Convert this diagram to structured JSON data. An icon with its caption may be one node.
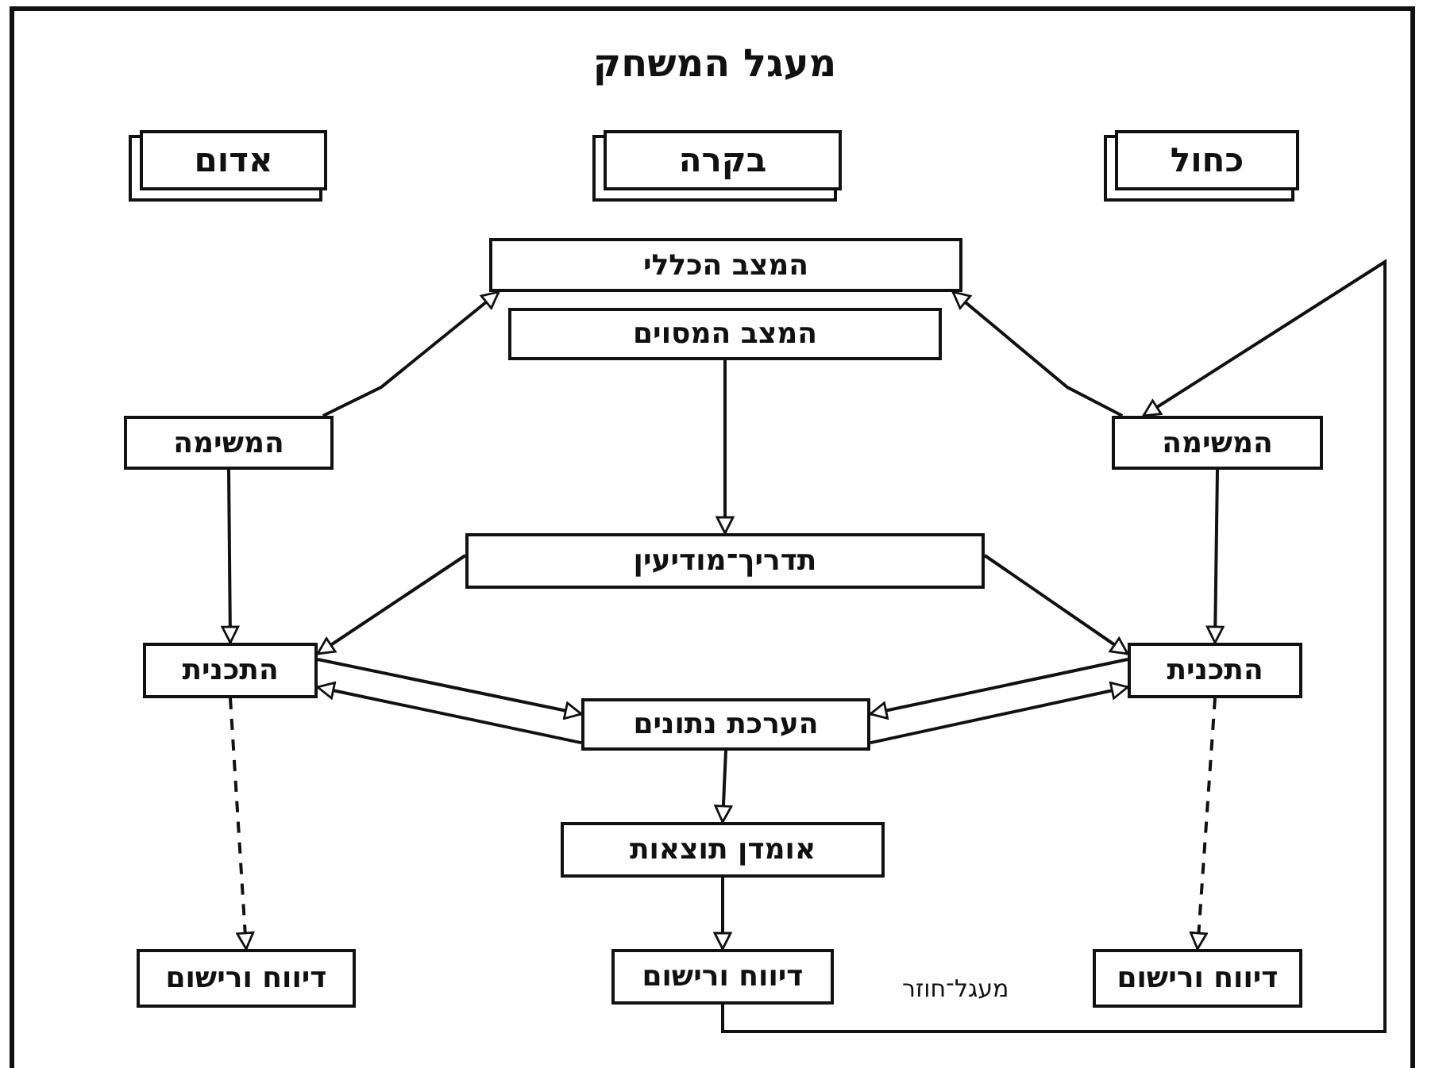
{
  "diagram": {
    "title": "מעגל המשחק",
    "nodes": [
      {
        "text": [
          "אדום"
        ]
      },
      {
        "text": [
          "בקרה"
        ]
      },
      {
        "text": [
          "כחול"
        ]
      },
      {
        "text": [
          "המצב הכללי"
        ]
      },
      {
        "text": [
          "המצב המסוים"
        ]
      },
      {
        "text": [
          "המשימה"
        ]
      },
      {
        "text": [
          "המשימה"
        ]
      },
      {
        "text": [
          "תדריך־מודיעין"
        ]
      },
      {
        "text": [
          "התכנית"
        ]
      },
      {
        "text": [
          "התכנית"
        ]
      },
      {
        "text": [
          "הערכת נתונים"
        ]
      },
      {
        "text": [
          "אומדן תוצאות"
        ]
      },
      {
        "text": [
          "דיווח ורישום"
        ]
      },
      {
        "text": [
          "דיווח ורישום"
        ]
      },
      {
        "text": [
          "דיווח ורישום"
        ]
      }
    ],
    "edges": [
      {
        "from": 5,
        "to": 3,
        "arrow": "to"
      },
      {
        "from": 6,
        "to": 3,
        "arrow": "to"
      },
      {
        "from": 4,
        "to": 7,
        "arrow": "to"
      },
      {
        "from": 5,
        "to": 8,
        "arrow": "to"
      },
      {
        "from": 6,
        "to": 9,
        "arrow": "to"
      },
      {
        "from": 7,
        "to": 8,
        "arrow": "to"
      },
      {
        "from": 7,
        "to": 9,
        "arrow": "to"
      },
      {
        "from": 8,
        "to": 10,
        "arrow": "to"
      },
      {
        "from": 10,
        "to": 8,
        "arrow": "to"
      },
      {
        "from": 9,
        "to": 10,
        "arrow": "to"
      },
      {
        "from": 10,
        "to": 9,
        "arrow": "to"
      },
      {
        "from": 10,
        "to": 11,
        "arrow": "to"
      },
      {
        "from": 11,
        "to": 13,
        "arrow": "to"
      },
      {
        "from": 8,
        "to": 12,
        "arrow": "to",
        "style": "dashed"
      },
      {
        "from": 9,
        "to": 14,
        "arrow": "to",
        "style": "dashed"
      },
      {
        "from": 13,
        "to": 6,
        "arrow": "to",
        "label": "מעגל־חוזר"
      }
    ]
  }
}
